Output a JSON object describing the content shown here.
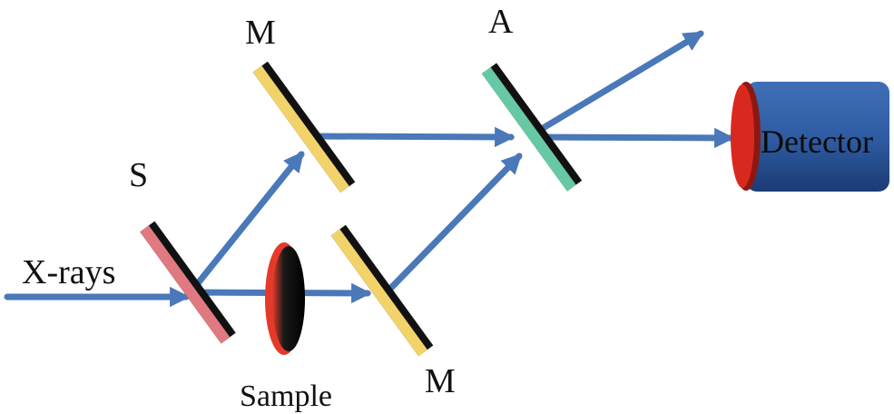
{
  "labels": {
    "input_beam": "X-rays",
    "splitter": "S",
    "mirror_top": "M",
    "mirror_bottom": "M",
    "analyzer": "A",
    "sample": "Sample",
    "detector": "Detector"
  },
  "colors": {
    "beam": "#4a78b8",
    "splitter": "#e07a80",
    "mirror": "#f2d36a",
    "analyzer": "#67c9a4",
    "sample_rim": "#e53a2a",
    "detector_body": "#2d5aa0",
    "detector_face": "#d9291f"
  }
}
